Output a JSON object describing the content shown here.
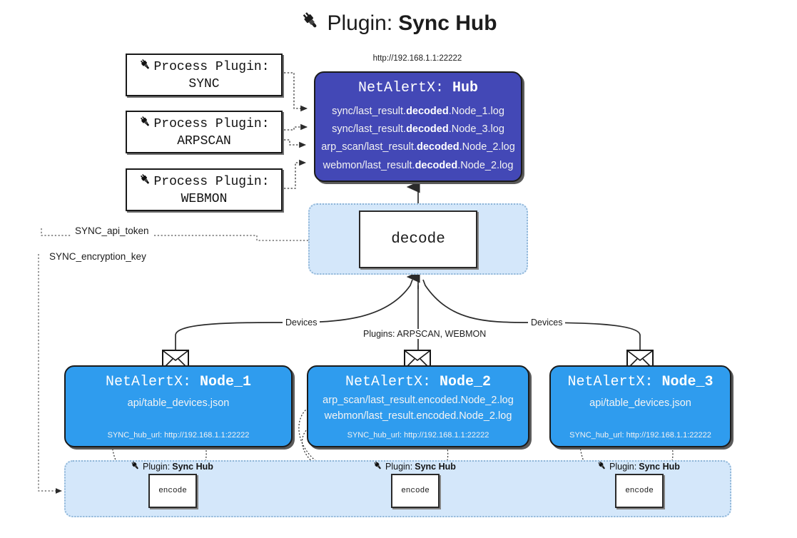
{
  "page": {
    "title_icon": "plug-icon",
    "title_prefix": "Plugin:",
    "title_name": "Sync Hub"
  },
  "process_plugins": [
    {
      "icon": "plug-icon",
      "line1": "Process Plugin:",
      "line2": "SYNC"
    },
    {
      "icon": "plug-icon",
      "line1": "Process Plugin:",
      "line2": "ARPSCAN"
    },
    {
      "icon": "plug-icon",
      "line1": "Process Plugin:",
      "line2": "WEBMON"
    }
  ],
  "hub": {
    "url": "http://192.168.1.1:22222",
    "title_prefix": "NetAlertX:",
    "title_name": "Hub",
    "logs": [
      {
        "pre": "sync/last_result.",
        "mid": "decoded",
        "post": ".Node_1.log"
      },
      {
        "pre": "sync/last_result.",
        "mid": "decoded",
        "post": ".Node_3.log"
      },
      {
        "pre": "arp_scan/last_result.",
        "mid": "decoded",
        "post": ".Node_2.log"
      },
      {
        "pre": "webmon/last_result.",
        "mid": "decoded",
        "post": ".Node_2.log"
      }
    ]
  },
  "decode": {
    "label": "decode"
  },
  "keys": {
    "api_token": "SYNC_api_token",
    "encryption_key": "SYNC_encryption_key"
  },
  "edges": {
    "devices_left": "Devices",
    "devices_right": "Devices",
    "plugins": "Plugins: ARPSCAN, WEBMON"
  },
  "nodes": [
    {
      "icon": "envelope-icon",
      "title_prefix": "NetAlertX:",
      "title_name": "Node_1",
      "rows": [
        {
          "pre": "api/table_devices.json",
          "mid": "",
          "post": ""
        }
      ],
      "url_label": "SYNC_hub_url:",
      "url_value": "http://192.168.1.1:22222"
    },
    {
      "icon": "envelope-icon",
      "title_prefix": "NetAlertX:",
      "title_name": "Node_2",
      "rows": [
        {
          "pre": "arp_scan/last_result.encoded.Node_2.log",
          "mid": "",
          "post": ""
        },
        {
          "pre": "webmon/last_result.encoded.Node_2.log",
          "mid": "",
          "post": ""
        }
      ],
      "url_label": "SYNC_hub_url:",
      "url_value": "http://192.168.1.1:22222"
    },
    {
      "icon": "envelope-icon",
      "title_prefix": "NetAlertX:",
      "title_name": "Node_3",
      "rows": [
        {
          "pre": "api/table_devices.json",
          "mid": "",
          "post": ""
        }
      ],
      "url_label": "SYNC_hub_url:",
      "url_value": "http://192.168.1.1:22222"
    }
  ],
  "encoders": [
    {
      "plugin_prefix": "Plugin:",
      "plugin_name": "Sync Hub",
      "label": "encode"
    },
    {
      "plugin_prefix": "Plugin:",
      "plugin_name": "Sync Hub",
      "label": "encode"
    },
    {
      "plugin_prefix": "Plugin:",
      "plugin_name": "Sync Hub",
      "label": "encode"
    }
  ],
  "colors": {
    "hub_fill": "#4348b6",
    "node_fill": "#2f9cee",
    "band_fill": "#d4e7fa",
    "band_border": "#8fb6d8",
    "stroke": "#1b1b1b"
  }
}
